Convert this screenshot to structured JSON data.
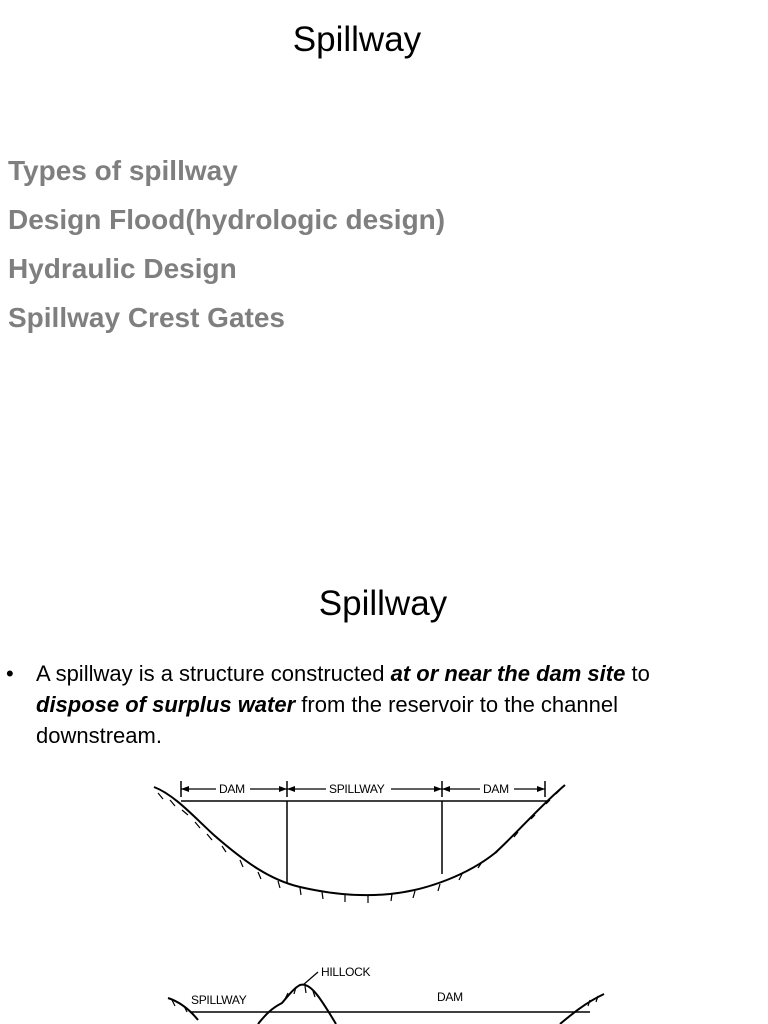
{
  "slide1": {
    "title": "Spillway",
    "topics": [
      "Types of spillway",
      "Design Flood(hydrologic design)",
      "Hydraulic Design",
      "Spillway Crest Gates"
    ]
  },
  "slide2": {
    "title": "Spillway",
    "bullet": {
      "part1": "A spillway is a structure constructed ",
      "emph1": "at or near the dam site",
      "part2": " to ",
      "emph2": "dispose of surplus water",
      "part3": " from the reservoir to the channel downstream."
    },
    "diagram1": {
      "label_dam_left": "DAM",
      "label_spillway": "SPILLWAY",
      "label_dam_right": "DAM"
    },
    "diagram2": {
      "label_hillock": "HILLOCK",
      "label_spillway": "SPILLWAY",
      "label_dam": "DAM"
    }
  }
}
